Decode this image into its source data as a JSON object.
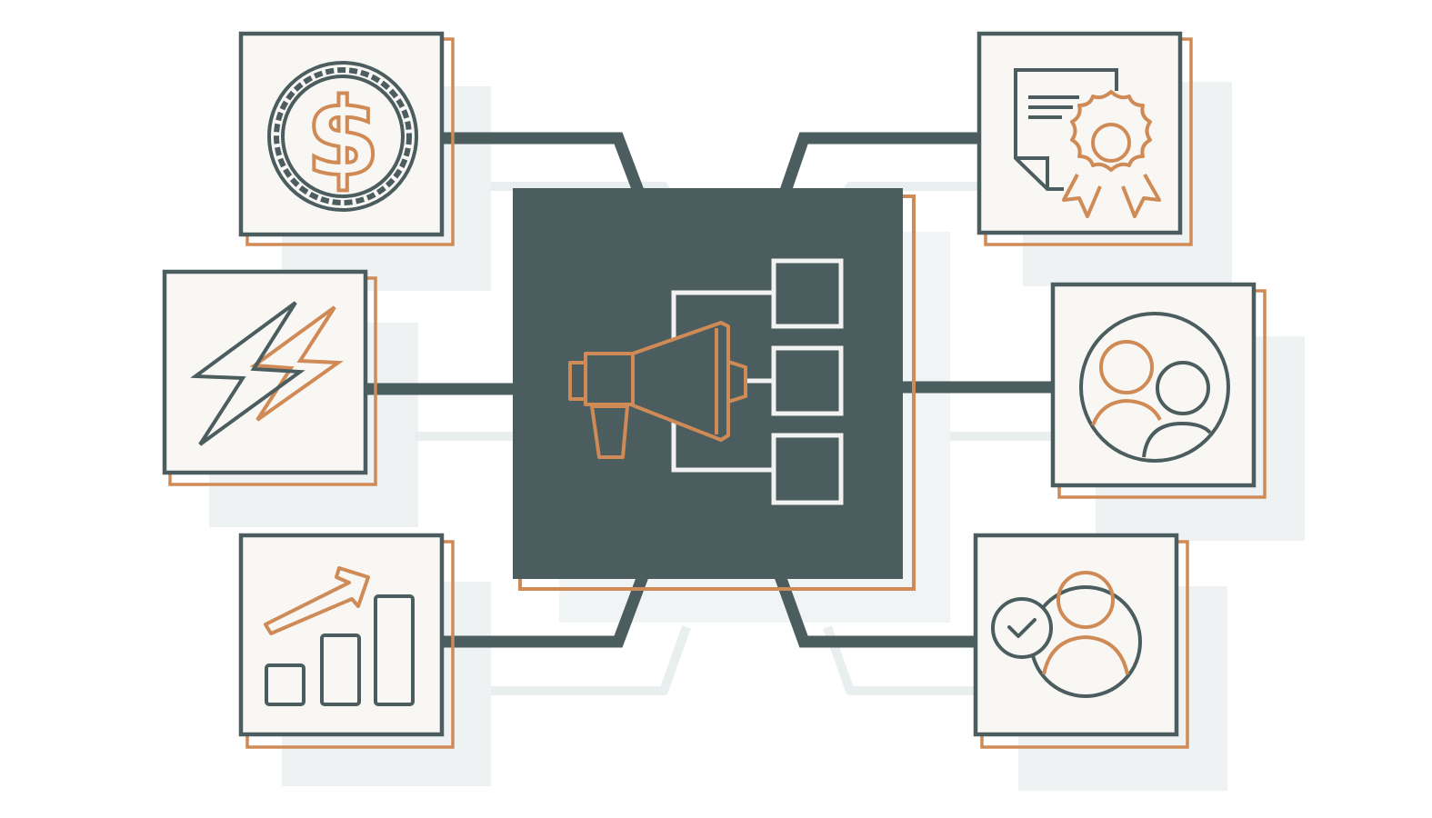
{
  "diagram": {
    "center": {
      "icon": "megaphone-hierarchy-icon"
    },
    "nodes": [
      {
        "id": "revenue",
        "icon": "dollar-coin-icon"
      },
      {
        "id": "speed",
        "icon": "lightning-bolt-icon"
      },
      {
        "id": "growth",
        "icon": "growth-chart-icon"
      },
      {
        "id": "certification",
        "icon": "certificate-award-icon"
      },
      {
        "id": "audience",
        "icon": "user-group-icon"
      },
      {
        "id": "approval",
        "icon": "user-check-icon"
      }
    ]
  },
  "colors": {
    "slate": "#4b5d5e",
    "orange": "#d08a55",
    "tile": "#f9f7f4",
    "shadow": "#e9eeee",
    "white": "#ffffff"
  }
}
